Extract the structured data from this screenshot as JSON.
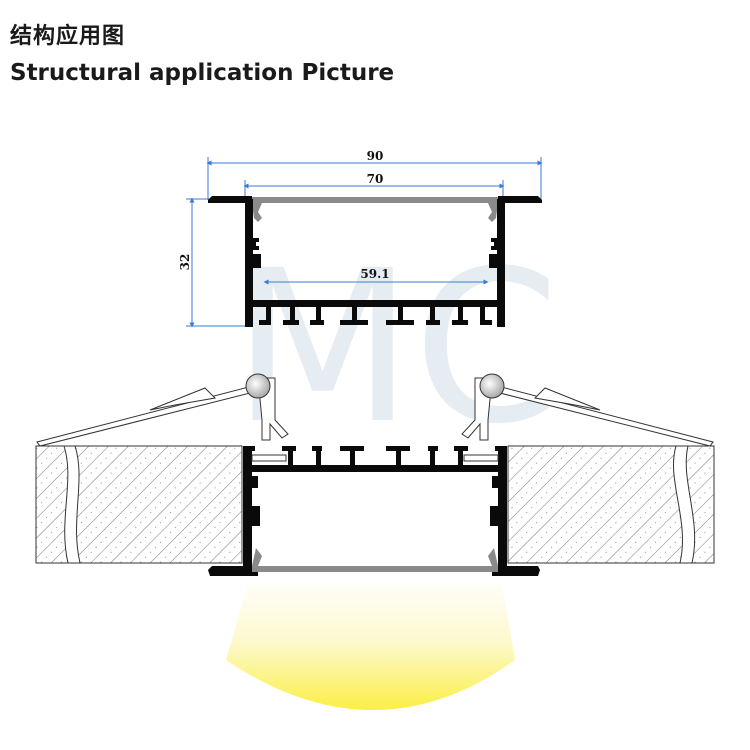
{
  "header": {
    "title_cn": "结构应用图",
    "title_en": "Structural application Picture"
  },
  "watermark": {
    "text": "MC",
    "color": "#dde6ee"
  },
  "dimensions": {
    "overall_width": "90",
    "inner_width": "70",
    "height": "32",
    "base_width": "59.1",
    "line_color": "#3a7bd5"
  },
  "colors": {
    "profile": "#0a0a0a",
    "diffuser": "#8a8a8a",
    "light_top": "#fffef4",
    "light_bottom": "#fbef45"
  },
  "views": {
    "top": "Profile cross-section with dimensions",
    "bottom": "Recessed installation in ceiling with spring clips and light beam"
  }
}
